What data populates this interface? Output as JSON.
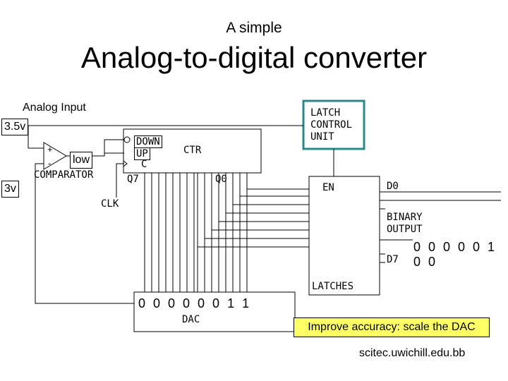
{
  "header": {
    "subtitle": "A simple",
    "title": "Analog-to-digital converter"
  },
  "diagram": {
    "analog_input_label": "Analog Input",
    "input_voltage": "3.5v",
    "dac_voltage": "3v",
    "comparator_output": "low",
    "comparator_label": "COMPARATOR",
    "clk_label": "CLK",
    "counter": {
      "name": "CTR",
      "down": "DOWN",
      "up": "UP",
      "clock_pin": "C",
      "msb": "Q7",
      "lsb": "Q0"
    },
    "latch_control_lines": [
      "LATCH",
      "CONTROL",
      "UNIT"
    ],
    "latches": {
      "enable": "EN",
      "name": "LATCHES",
      "d0": "D0",
      "d7": "D7",
      "binary_output_lines": [
        "BINARY",
        "OUTPUT"
      ]
    },
    "dac_label": "DAC",
    "counter_bits": "0 0 0 0 0 0 1 1",
    "output_bits": "0 0 0 0 0 1 0 0",
    "accuracy_note": "Improve accuracy: scale the DAC",
    "colors": {
      "latch_unit_border": "#2a8a8a",
      "accuracy_highlight": "#ffff66"
    }
  },
  "footer": {
    "source": "scitec.uwichill.edu.bb"
  }
}
